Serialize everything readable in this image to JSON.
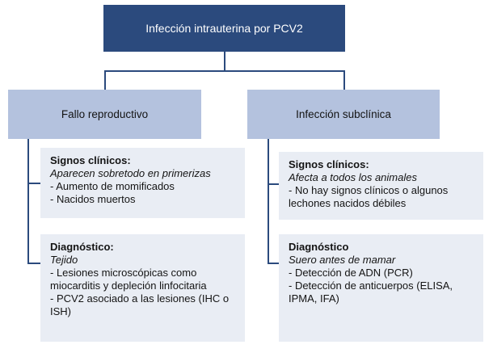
{
  "diagram": {
    "root": {
      "label": "Infección intrauterina por PCV2"
    },
    "branches": [
      {
        "label": "Fallo reproductivo",
        "signs": {
          "title": "Signos clínicos:",
          "subtitle": "Aparecen sobretodo en primerizas",
          "items": [
            "- Aumento de momificados",
            "- Nacidos muertos"
          ]
        },
        "diagnosis": {
          "title": "Diagnóstico:",
          "subtitle": "Tejido",
          "items": [
            "- Lesiones microscópicas como miocarditis y depleción linfocitaria",
            "- PCV2 asociado a las lesiones (IHC o ISH)"
          ]
        }
      },
      {
        "label": "Infección subclínica",
        "signs": {
          "title": "Signos clínicos:",
          "subtitle": "Afecta a todos los animales",
          "items": [
            "- No hay signos clínicos o algunos lechones nacidos débiles"
          ]
        },
        "diagnosis": {
          "title": "Diagnóstico",
          "subtitle": "Suero antes de mamar",
          "items": [
            "- Detección de ADN (PCR)",
            "- Detección de anticuerpos (ELISA, IPMA, IFA)"
          ]
        }
      }
    ]
  },
  "colors": {
    "root_box_bg": "#2B4A7D",
    "root_box_text": "#FFFFFF",
    "branch_box_bg": "#B4C2DE",
    "sub_box_bg": "#E9EDF4",
    "connector_line": "#2B4A7D",
    "body_text": "#141414"
  }
}
